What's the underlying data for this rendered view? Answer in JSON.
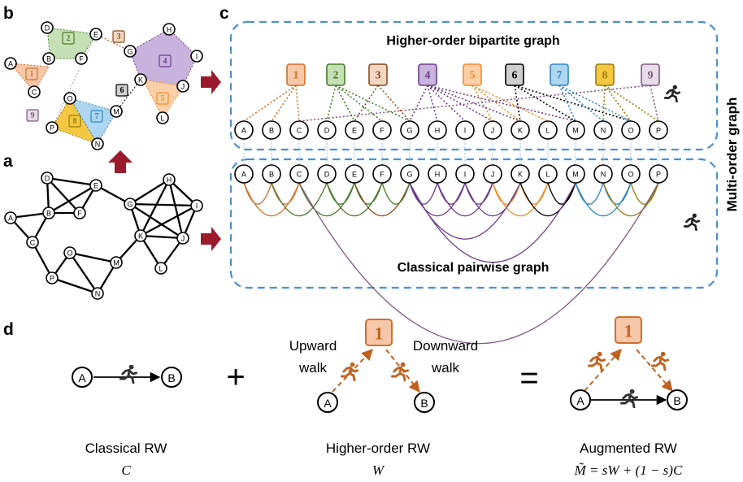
{
  "panels": {
    "a": "a",
    "b": "b",
    "c": "c",
    "d": "d"
  },
  "nodes": [
    "A",
    "B",
    "C",
    "D",
    "E",
    "F",
    "G",
    "H",
    "I",
    "J",
    "K",
    "L",
    "M",
    "N",
    "O",
    "P"
  ],
  "hyperedges": [
    {
      "id": "1",
      "color": "#d0712a",
      "fill": "#f6c7a8"
    },
    {
      "id": "2",
      "color": "#4a7a2c",
      "fill": "#c5e0b4"
    },
    {
      "id": "3",
      "color": "#8a4a1c",
      "fill": "#f3d7c2"
    },
    {
      "id": "4",
      "color": "#6a3d8a",
      "fill": "#c8b3dc"
    },
    {
      "id": "5",
      "color": "#f28c28",
      "fill": "#fbd0a8"
    },
    {
      "id": "6",
      "color": "#000000",
      "fill": "#cfcfcf"
    },
    {
      "id": "7",
      "color": "#2e86c1",
      "fill": "#aed6f1"
    },
    {
      "id": "8",
      "color": "#9a7d0a",
      "fill": "#f4c842"
    },
    {
      "id": "9",
      "color": "#7d5a7d",
      "fill": "#e8dce8"
    }
  ],
  "panel_c": {
    "top_title": "Higher-order bipartite graph",
    "bottom_title": "Classical pairwise graph",
    "side_label": "Multi-order graph"
  },
  "panel_d": {
    "node_a": "A",
    "node_b": "B",
    "hyperedge": "1",
    "plus": "+",
    "equals": "=",
    "upward": [
      "Upward",
      "walk"
    ],
    "downward": [
      "Downward",
      "walk"
    ],
    "captions": [
      "Classical RW",
      "Higher-order RW",
      "Augmented RW"
    ],
    "symbols": [
      "C",
      "W"
    ],
    "formula": "M̃ = sW + (1 − s)C"
  }
}
